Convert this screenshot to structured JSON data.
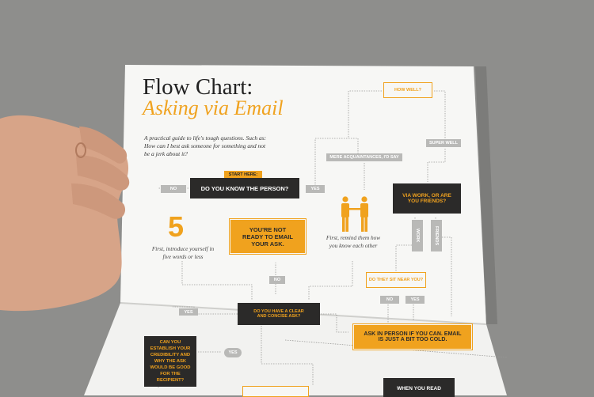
{
  "title": {
    "line1": "Flow Chart:",
    "line2": "Asking via Email"
  },
  "intro": "A practical guide to life's tough questions. Such as: How can I best ask someone for something and not be a jerk about it?",
  "nodes": {
    "how_well": "HOW WELL?",
    "start_tag": "START HERE:",
    "start_q": "DO YOU KNOW THE PERSON?",
    "no_1": "NO",
    "yes_1": "YES",
    "mere": "MERE ACQUAINTANCES, I'D SAY",
    "super_well": "SUPER WELL",
    "via_work": "VIA WORK, OR ARE YOU FRIENDS?",
    "work": "WORK",
    "friends": "FRIENDS",
    "not_ready": "YOU'RE NOT READY TO EMAIL YOUR ASK.",
    "five": "5",
    "introduce": "First, introduce yourself in five words or less",
    "remind": "First, remind them how you know each other",
    "no_2": "NO",
    "clear_q": "DO YOU HAVE A CLEAR AND CONCISE ASK?",
    "yes_2": "YES",
    "sit_near": "DO THEY SIT NEAR YOU?",
    "no_3": "NO",
    "yes_3": "YES",
    "ask_in_person": "ASK IN PERSON IF YOU CAN. EMAIL IS JUST A BIT TOO COLD.",
    "credibility": "CAN YOU ESTABLISH YOUR CREDIBILITY AND WHY THE ASK WOULD BE GOOD FOR THE RECIPIENT?",
    "yes_4": "YES",
    "when_read": "WHEN YOU READ"
  },
  "colors": {
    "accent": "#f0a21e",
    "dark": "#2b2a29",
    "gray": "#b9b9b7",
    "paper": "#f7f7f5"
  }
}
